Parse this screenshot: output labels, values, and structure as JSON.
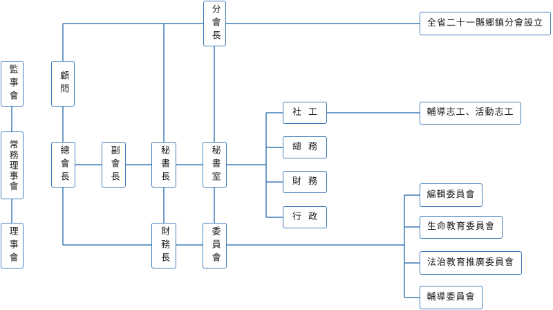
{
  "diagram": {
    "line_color": "#3d7ab8",
    "nodes": {
      "supervisors": "監事會",
      "standing_board": "常務理事會",
      "board": "理事會",
      "advisor": "顧問",
      "chairman": "總會長",
      "vice_chairman": "副會長",
      "secretary_general": "秘書長",
      "treasurer": "財務長",
      "secretariat": "秘書室",
      "committee": "委員會",
      "branch_head": "分會長",
      "branches": "全省二十一縣鄉鎮分會設立",
      "social_work": "社工",
      "general_affairs": "總務",
      "finance": "財務",
      "administration": "行政",
      "volunteers": "輔導志工、活動志工",
      "editorial_committee": "編輯委員會",
      "life_education_committee": "生命教育委員會",
      "legal_education_committee": "法治教育推廣委員會",
      "counseling_committee": "輔導委員會"
    }
  }
}
